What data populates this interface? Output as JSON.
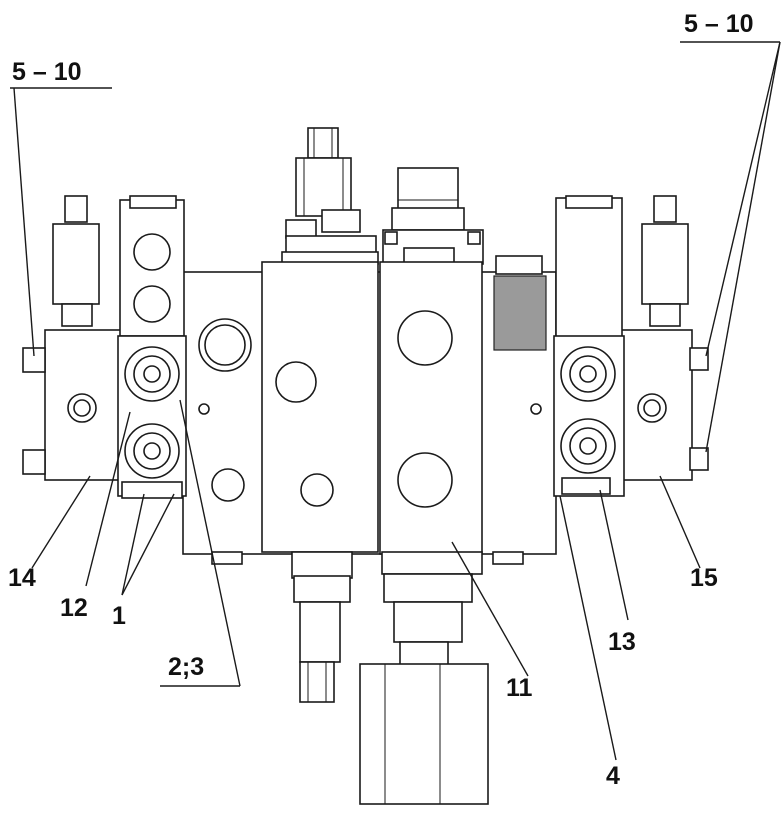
{
  "callouts": {
    "top_left": "5 – 10",
    "top_right": "5 – 10",
    "c14": "14",
    "c12": "12",
    "c1": "1",
    "c2_3": "2;3",
    "c11": "11",
    "c4": "4",
    "c13": "13",
    "c15": "15"
  }
}
